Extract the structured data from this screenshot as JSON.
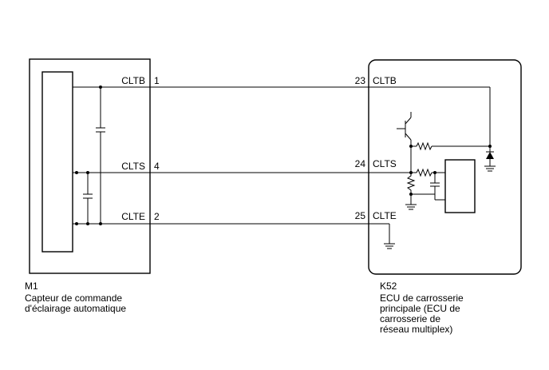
{
  "components": {
    "m1": {
      "id": "M1",
      "name": "Capteur de commande\nd'éclairage automatique"
    },
    "k52": {
      "id": "K52",
      "name": "ECU de carrosserie\nprincipale (ECU de\ncarrosserie de\nréseau multiplex)"
    }
  },
  "wires": [
    {
      "m1_signal": "CLTB",
      "m1_pin": "1",
      "k52_pin": "23",
      "k52_signal": "CLTB"
    },
    {
      "m1_signal": "CLTS",
      "m1_pin": "4",
      "k52_pin": "24",
      "k52_signal": "CLTS"
    },
    {
      "m1_signal": "CLTE",
      "m1_pin": "2",
      "k52_pin": "25",
      "k52_signal": "CLTE"
    }
  ]
}
